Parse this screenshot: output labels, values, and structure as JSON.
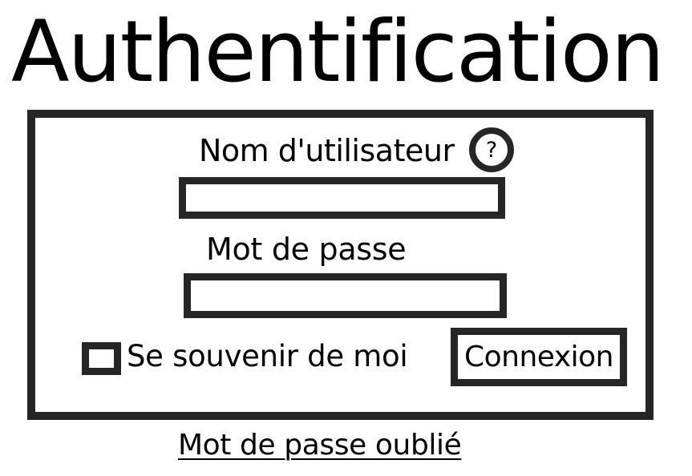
{
  "page": {
    "title": "Authentification"
  },
  "form": {
    "username_label": "Nom d'utilisateur",
    "help_icon": "question-mark-icon",
    "help_symbol": "?",
    "username_value": "",
    "password_label": "Mot de passe",
    "password_value": "",
    "remember_label": "Se souvenir de moi",
    "remember_checked": false,
    "login_label": "Connexion",
    "forgot_label": "Mot de passe oublié"
  },
  "colors": {
    "background": "#ffffff",
    "border": "#262626",
    "text": "#000000"
  }
}
